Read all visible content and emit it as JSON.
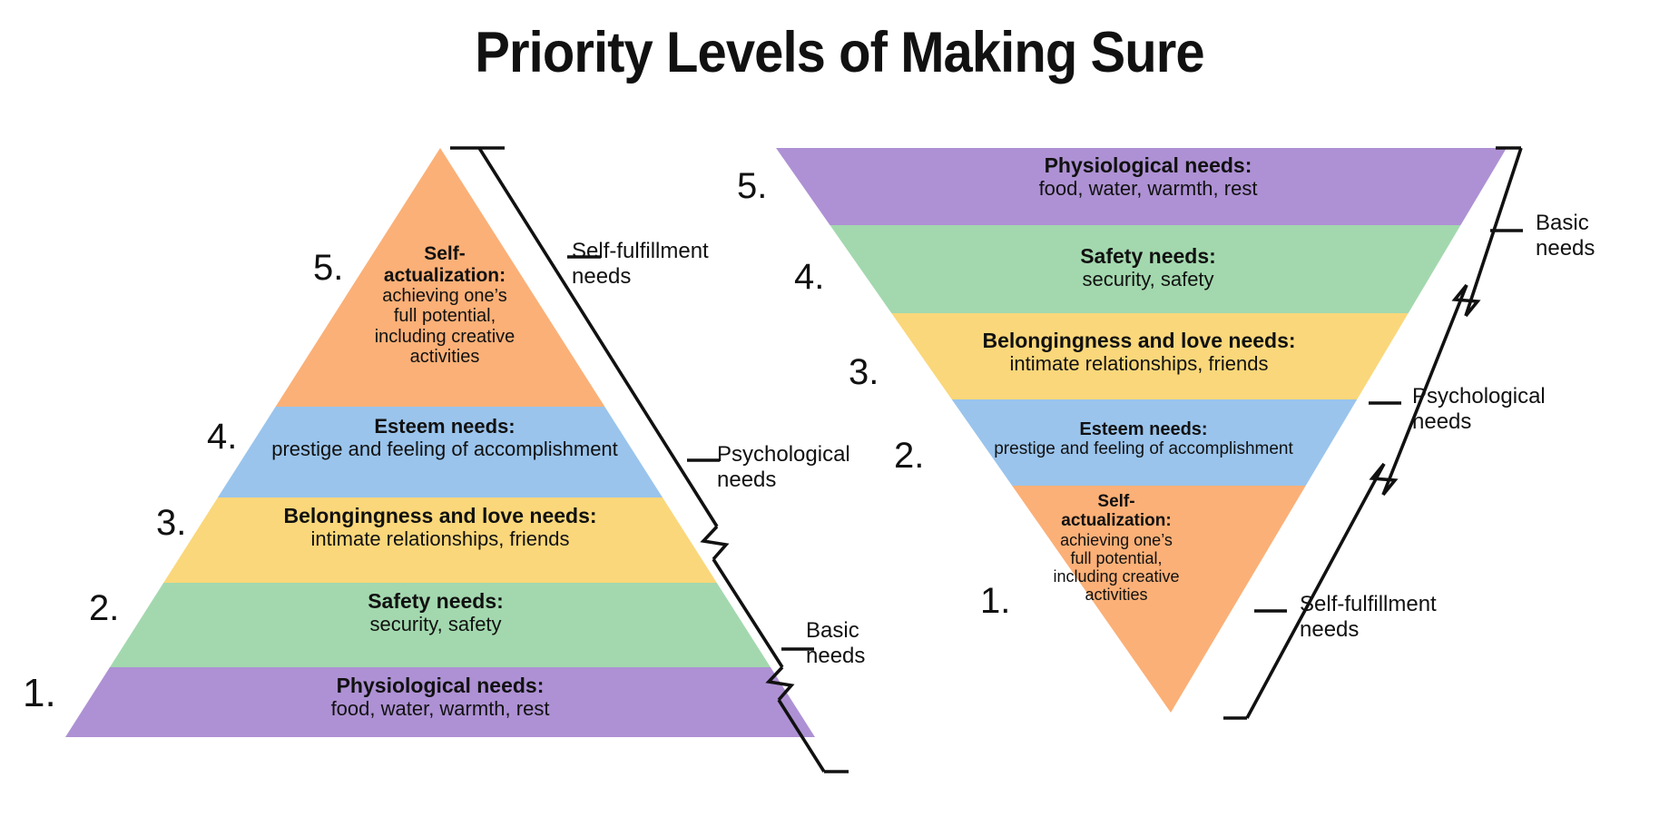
{
  "title": "Priority Levels of Making Sure",
  "palette": {
    "physiological": "#AE91D4",
    "safety": "#A3D8AE",
    "belongingness": "#FAD77A",
    "esteem": "#9AC4EC",
    "self_actualization": "#FBB077",
    "outline": "#111111",
    "text": "#111111",
    "background": "#FFFFFF"
  },
  "tier_content": {
    "self_actualization": {
      "heading": "Self-actualization:",
      "heading_line1": "Self-",
      "heading_line2": "actualization:",
      "detail": "achieving one’s full potential, including creative activities",
      "detail_line1": "achieving one’s",
      "detail_line2": "full potential,",
      "detail_line3": "including creative",
      "detail_line4": "activities"
    },
    "esteem": {
      "heading": "Esteem needs:",
      "detail": "prestige and feeling of accomplishment"
    },
    "belongingness": {
      "heading": "Belongingness and love needs:",
      "detail": "intimate relationships, friends"
    },
    "safety": {
      "heading": "Safety needs:",
      "detail": "security, safety"
    },
    "physiological": {
      "heading": "Physiological needs:",
      "detail": "food, water, warmth, rest"
    }
  },
  "group_labels": {
    "self_fulfillment": "Self-fulfillment\nneeds",
    "psychological": "Psychological\nneeds",
    "basic": "Basic\nneeds"
  },
  "left_pyramid": {
    "name": "upright-pyramid",
    "orientation": "upright",
    "numbers": [
      "1.",
      "2.",
      "3.",
      "4.",
      "5."
    ],
    "tiers_bottom_to_top": [
      "physiological",
      "safety",
      "belongingness",
      "esteem",
      "self_actualization"
    ],
    "tier_numbers": {
      "physiological": "1.",
      "safety": "2.",
      "belongingness": "3.",
      "esteem": "4.",
      "self_actualization": "5."
    },
    "bracket_labels": [
      "Self-fulfillment\nneeds",
      "Psychological\nneeds",
      "Basic\nneeds"
    ]
  },
  "right_pyramid": {
    "name": "inverted-pyramid",
    "orientation": "inverted",
    "numbers": [
      "5.",
      "4.",
      "3.",
      "2.",
      "1."
    ],
    "tiers_top_to_bottom": [
      "physiological",
      "safety",
      "belongingness",
      "esteem",
      "self_actualization"
    ],
    "tier_numbers": {
      "physiological": "5.",
      "safety": "4.",
      "belongingness": "3.",
      "esteem": "2.",
      "self_actualization": "1."
    },
    "bracket_labels": [
      "Basic\nneeds",
      "Psychological\nneeds",
      "Self-fulfillment\nneeds"
    ]
  }
}
